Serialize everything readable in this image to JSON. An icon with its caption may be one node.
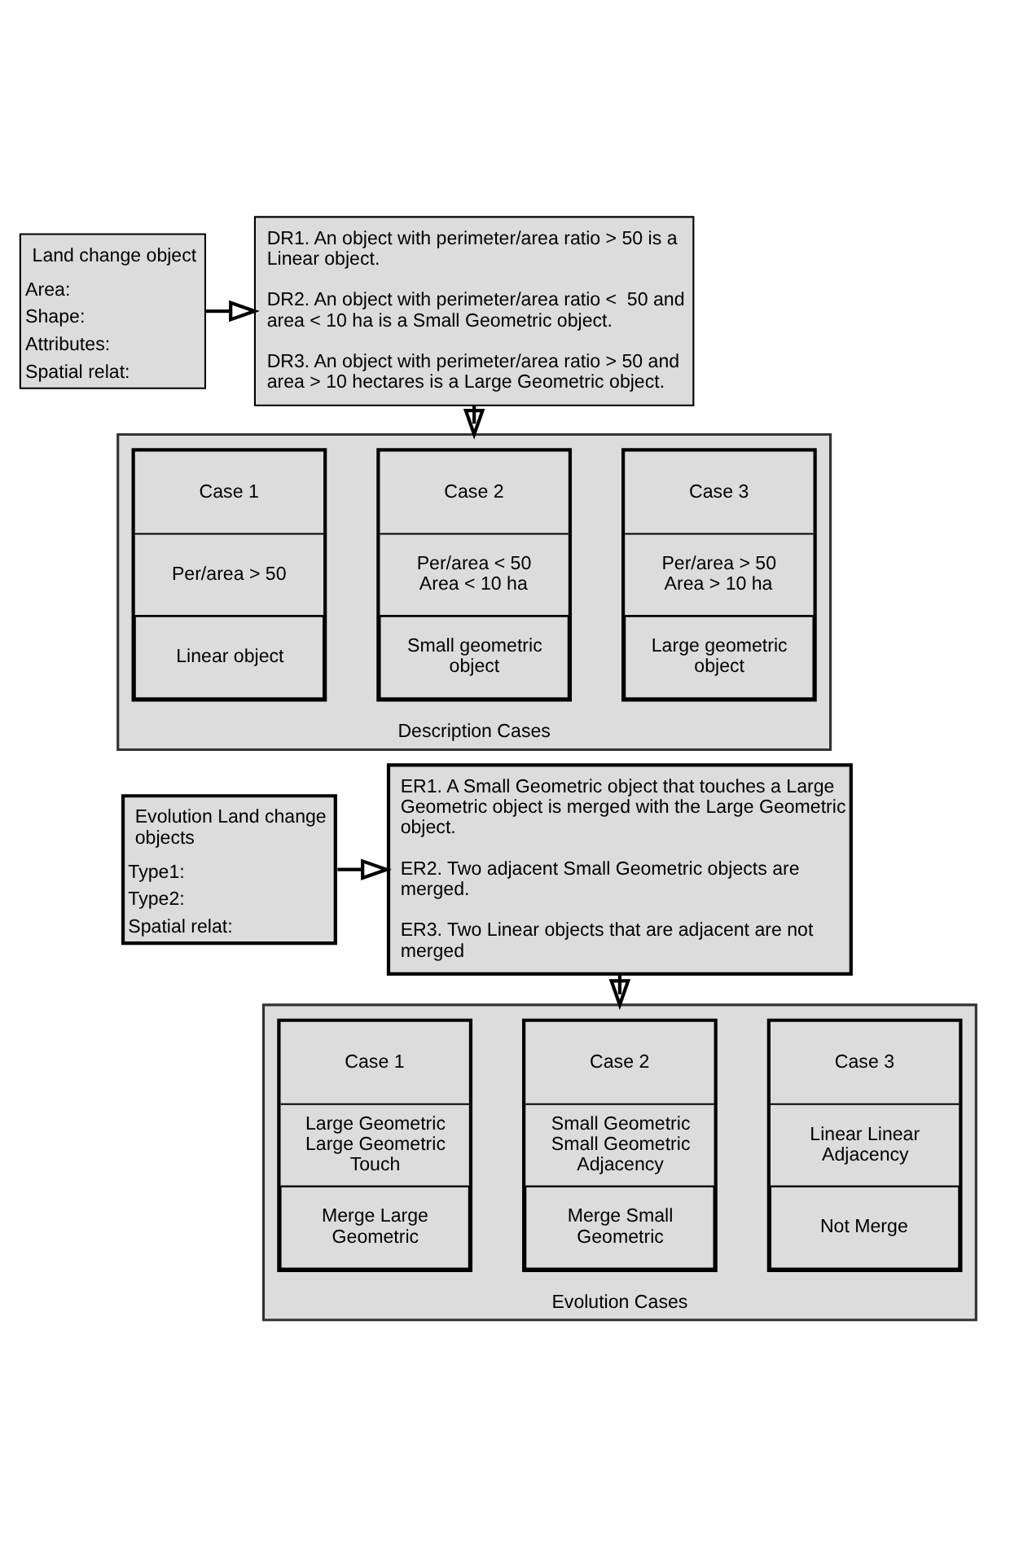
{
  "diagram": {
    "nodes": [
      {
        "text": [
          "Land change object",
          "Area:",
          "Shape:",
          "Attributes:",
          "Spatial relat:"
        ]
      },
      {
        "text": [
          "DR1. An object with perimeter/area ratio > 50 is a Linear object.",
          "DR2. An object with perimeter/area ratio <  50 and area < 10 ha is a Small Geometric object.",
          "DR3. An object with perimeter/area ratio > 50 and area > 10 hectares is a Large Geometric object."
        ]
      },
      {
        "text": [],
        "shape": "box",
        "beside": [
          "Description Cases"
        ]
      },
      {
        "text": [
          "Case 1",
          "Per/area > 50",
          "Linear object"
        ],
        "in": 2
      },
      {
        "text": [
          "Case 2",
          "Per/area < 50 Area < 10 ha",
          "Small geometric object"
        ],
        "in": 2
      },
      {
        "text": [
          "Case 3",
          "Per/area > 50 Area > 10 ha",
          "Large geometric object"
        ],
        "in": 2
      },
      {
        "text": [
          "Evolution Land change objects",
          "Type1:",
          "Type2:",
          "Spatial relat:"
        ]
      },
      {
        "text": [
          "ER1. A Small Geometric object that touches a Large Geometric object is merged with the Large Geometric object.",
          "ER2. Two adjacent Small Geometric objects are merged.",
          "ER3. Two Linear objects that are adjacent are not merged"
        ]
      },
      {
        "text": [],
        "shape": "box",
        "beside": [
          "Evolution Cases"
        ]
      },
      {
        "text": [
          "Case 1",
          "Large Geometric Large Geometric Touch",
          "Merge Large Geometric"
        ],
        "in": 8
      },
      {
        "text": [
          "Case 2",
          "Small Geometric Small Geometric Adjacency",
          "Merge Small Geometric"
        ],
        "in": 8
      },
      {
        "text": [
          "Case 3",
          "Linear Linear Adjacency",
          "Not Merge"
        ],
        "in": 8
      }
    ],
    "edges": [
      {
        "from": 0,
        "to": 1,
        "arrow": "to"
      },
      {
        "from": 1,
        "to": 2,
        "arrow": "to"
      },
      {
        "from": 6,
        "to": 7,
        "arrow": "to"
      },
      {
        "from": 7,
        "to": 8,
        "arrow": "to"
      }
    ]
  }
}
